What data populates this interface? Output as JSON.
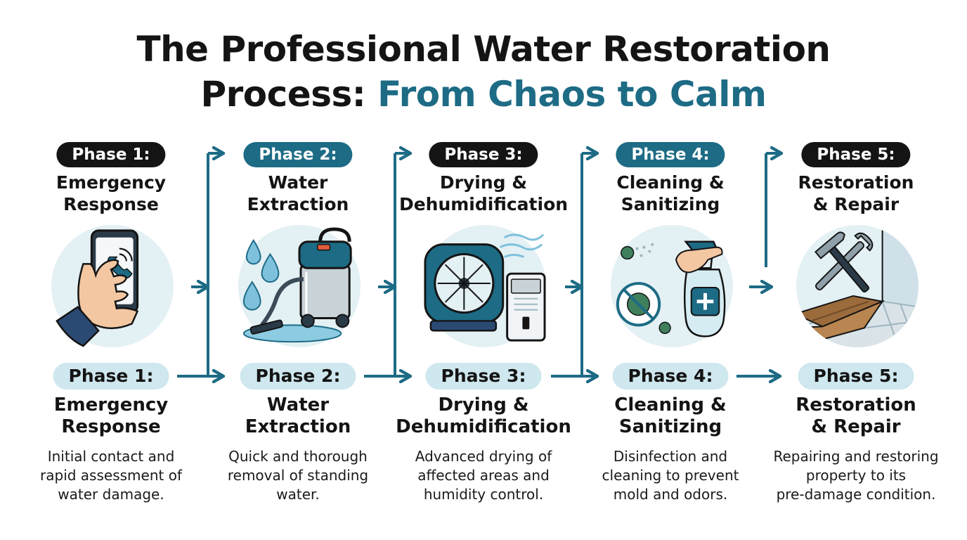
{
  "title": {
    "line1": "The Professional Water Restoration",
    "line2_dark": "Process: ",
    "line2_accent": "From Chaos to Calm"
  },
  "colors": {
    "dark": "#141414",
    "teal": "#1d6b85",
    "light_teal": "#cfe7ee",
    "circle_bg": "#e3f0f4"
  },
  "phases": [
    {
      "label": "Phase 1:",
      "name_line1": "Emergency",
      "name_line2": "Response",
      "description_line1": "Initial contact and",
      "description_line2": "rapid assessment of",
      "description_line3": "water damage.",
      "icon": "phone-call-icon"
    },
    {
      "label": "Phase 2:",
      "name_line1": "Water",
      "name_line2": "Extraction",
      "description_line1": "Quick and thorough",
      "description_line2": "removal of standing",
      "description_line3": "water.",
      "icon": "wet-vacuum-icon"
    },
    {
      "label": "Phase 3:",
      "name_line1": "Drying &",
      "name_line2": "Dehumidification",
      "description_line1": "Advanced drying of",
      "description_line2": "affected areas and",
      "description_line3": "humidity control.",
      "icon": "air-mover-dehumidifier-icon"
    },
    {
      "label": "Phase 4:",
      "name_line1": "Cleaning &",
      "name_line2": "Sanitizing",
      "description_line1": "Disinfection and",
      "description_line2": "cleaning to prevent",
      "description_line3": "mold and odors.",
      "icon": "spray-disinfect-icon"
    },
    {
      "label": "Phase 5:",
      "name_line1": "Restoration",
      "name_line2": "& Repair",
      "description_line1": "Repairing and restoring",
      "description_line2": "property to its",
      "description_line3": "pre-damage condition.",
      "icon": "tools-flooring-icon"
    }
  ]
}
